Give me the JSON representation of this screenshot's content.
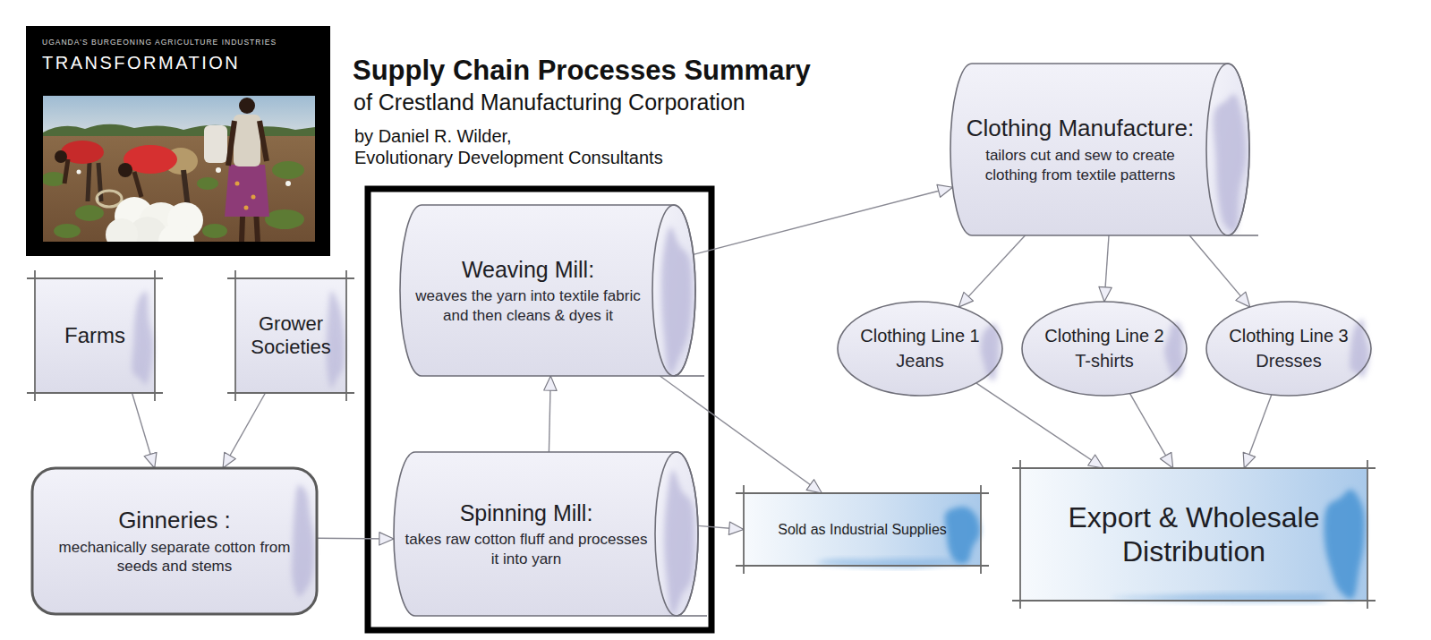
{
  "diagram": {
    "title": "Supply Chain Processes Summary",
    "nodes": [
      {
        "text": [
          "Farms"
        ]
      },
      {
        "text": [
          "Grower Societies"
        ]
      },
      {
        "text": [
          "Weaving Mill:",
          "weaves the yarn into textile fabric and then cleans & dyes it"
        ]
      },
      {
        "text": [
          "Clothing Manufacture:",
          "tailors cut and sew to create clothing from textile patterns"
        ]
      },
      {
        "text": [
          "Clothing Line 1",
          "Jeans"
        ]
      },
      {
        "text": [
          "Clothing Line 2",
          "T-shirts"
        ]
      },
      {
        "text": [
          "Clothing Line 3",
          "Dresses"
        ]
      },
      {
        "text": [
          "Ginneries :",
          "mechanically separate cotton from seeds and stems"
        ]
      },
      {
        "text": [
          "Spinning Mill:",
          "takes raw cotton fluff and processes it into yarn"
        ]
      },
      {
        "text": [
          "Sold as Industrial Supplies"
        ]
      },
      {
        "text": [
          "Export & Wholesale Distribution"
        ]
      }
    ],
    "edges": [
      {
        "from": 0,
        "to": 7,
        "arrow": "to"
      },
      {
        "from": 1,
        "to": 7,
        "arrow": "to"
      },
      {
        "from": 7,
        "to": 8,
        "arrow": "to"
      },
      {
        "from": 8,
        "to": 2,
        "arrow": "to"
      },
      {
        "from": 8,
        "to": 9,
        "arrow": "to"
      },
      {
        "from": 2,
        "to": 9,
        "arrow": "to"
      },
      {
        "from": 2,
        "to": 3,
        "arrow": "to"
      },
      {
        "from": 3,
        "to": 4,
        "arrow": "to"
      },
      {
        "from": 3,
        "to": 5,
        "arrow": "to"
      },
      {
        "from": 3,
        "to": 6,
        "arrow": "to"
      },
      {
        "from": 4,
        "to": 10,
        "arrow": "to"
      },
      {
        "from": 5,
        "to": 10,
        "arrow": "to"
      },
      {
        "from": 6,
        "to": 10,
        "arrow": "to"
      }
    ],
    "labels": [
      "UGANDA'S BURGEONING AGRICULTURE INDUSTRIES",
      "TRANSFORMATION",
      "of Crestland Manufacturing Corporation",
      "by Daniel R. Wilder,",
      "Evolutionary Development Consultants"
    ]
  }
}
